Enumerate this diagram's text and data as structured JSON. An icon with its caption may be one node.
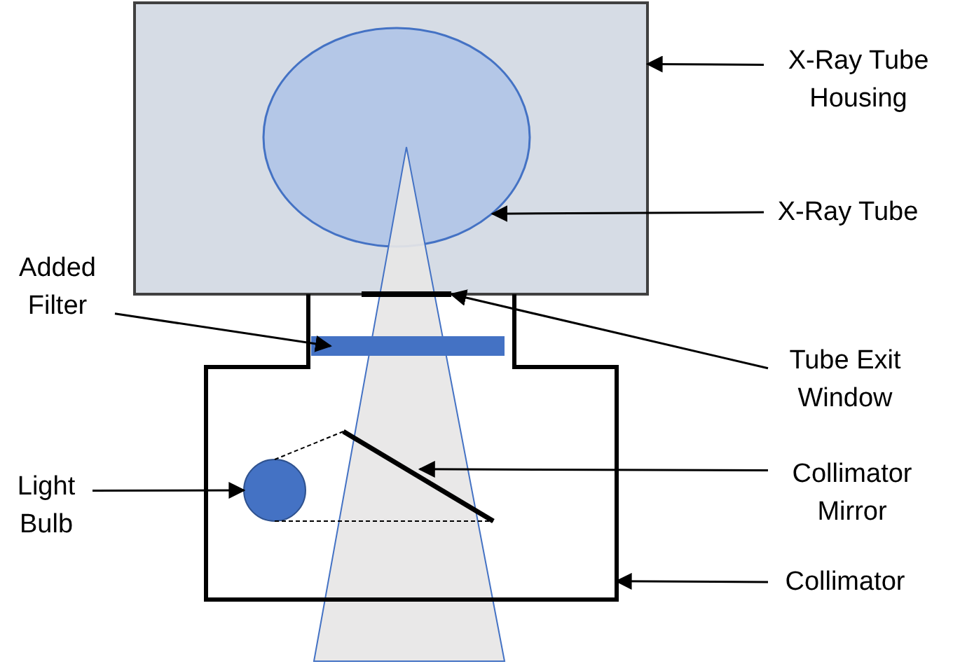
{
  "diagram": {
    "nodes": [
      {
        "text": [
          "X-Ray Tube Housing"
        ]
      },
      {
        "text": [],
        "shape": "box"
      },
      {
        "text": [
          "X-Ray Tube"
        ]
      },
      {
        "text": [],
        "shape": "ellipse",
        "in": 1
      },
      {
        "text": [
          "Added Filter"
        ]
      },
      {
        "text": [],
        "shape": "bar",
        "in": 13
      },
      {
        "text": [
          "Tube Exit Window"
        ]
      },
      {
        "text": [],
        "shape": "line"
      },
      {
        "text": [
          "Light Bulb"
        ]
      },
      {
        "text": [],
        "shape": "circle",
        "in": 13
      },
      {
        "text": [
          "Collimator Mirror"
        ]
      },
      {
        "text": [],
        "shape": "line",
        "in": 13
      },
      {
        "text": [
          "Collimator"
        ]
      },
      {
        "text": [],
        "shape": "box"
      }
    ],
    "edges": [
      {
        "from": 0,
        "to": 1,
        "arrow": "to"
      },
      {
        "from": 2,
        "to": 3,
        "arrow": "to"
      },
      {
        "from": 4,
        "to": 5,
        "arrow": "to"
      },
      {
        "from": 6,
        "to": 7,
        "arrow": "to"
      },
      {
        "from": 8,
        "to": 9,
        "arrow": "to"
      },
      {
        "from": 10,
        "to": 11,
        "arrow": "to"
      },
      {
        "from": 12,
        "to": 13,
        "arrow": "to"
      },
      {
        "from": 9,
        "to": 11,
        "arrow": "none",
        "style": "dashed"
      },
      {
        "from": 9,
        "to": 11,
        "arrow": "none",
        "style": "dashed"
      }
    ]
  }
}
